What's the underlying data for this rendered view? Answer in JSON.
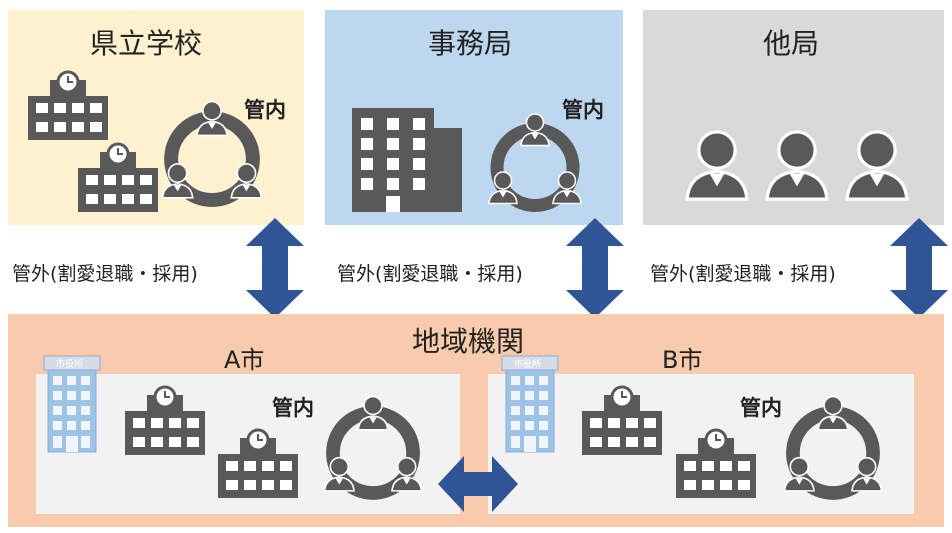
{
  "top": {
    "school": {
      "title": "県立学校",
      "internal": "管内",
      "bg": "#fdf1cf"
    },
    "office": {
      "title": "事務局",
      "internal": "管内",
      "bg": "#bdd7ee"
    },
    "other": {
      "title": "他局",
      "bg": "#d9d9d9"
    }
  },
  "transfer_label": "管外(割愛退職・採用)",
  "regional": {
    "title": "地域機関",
    "bg": "#f8cbad",
    "city_a": {
      "title": "A市",
      "internal": "管内",
      "city_hall_sign": "市役所"
    },
    "city_b": {
      "title": "B市",
      "internal": "管内",
      "city_hall_sign": "市役所"
    }
  },
  "colors": {
    "arrow": "#2f5597",
    "icon": "#595959",
    "city_hall": "#9dc3e6"
  },
  "icons": [
    "school-building-icon",
    "office-building-icon",
    "person-circle-icon",
    "person-icon",
    "city-hall-icon",
    "up-down-arrow-icon",
    "left-right-arrow-icon"
  ]
}
